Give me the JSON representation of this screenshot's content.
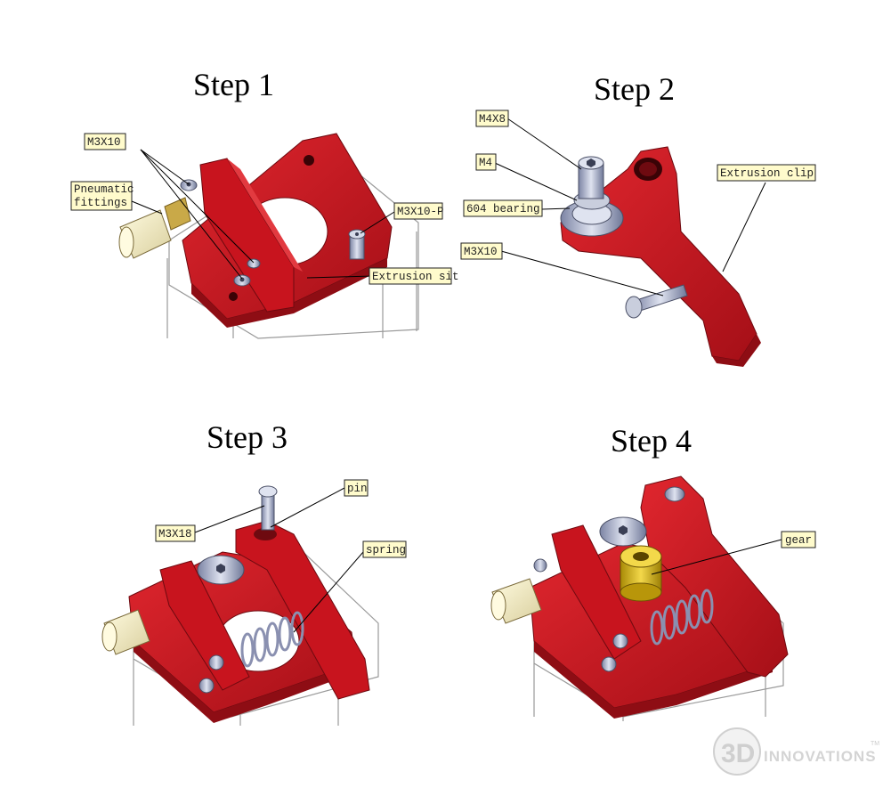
{
  "steps": [
    {
      "title": "Step 1",
      "labels": {
        "m3x10": "M3X10",
        "pneumatic": [
          "Pneumatic",
          "fittings"
        ],
        "m3x10p": "M3X10-P",
        "extrusion_sit": "Extrusion sit"
      }
    },
    {
      "title": "Step 2",
      "labels": {
        "m4x8": "M4X8",
        "m4": "M4",
        "bearing": "604 bearing",
        "m3x10": "M3X10",
        "extrusion_clip": "Extrusion clip"
      }
    },
    {
      "title": "Step 3",
      "labels": {
        "m3x18": "M3X18",
        "pin": "pin",
        "spring": "spring"
      }
    },
    {
      "title": "Step 4",
      "labels": {
        "gear": "gear"
      }
    }
  ],
  "watermark": {
    "logo_text": "3D",
    "name": "INNOVATIONS",
    "tm": "TM"
  },
  "colors": {
    "part_red": "#c8141e",
    "part_red_dark": "#8e0d14",
    "part_red_light": "#e23a40",
    "label_fill": "#fffbcc",
    "metal": "#aab0c8",
    "gear_gold": "#e6c21e",
    "fitting": "#f3ecc8"
  }
}
